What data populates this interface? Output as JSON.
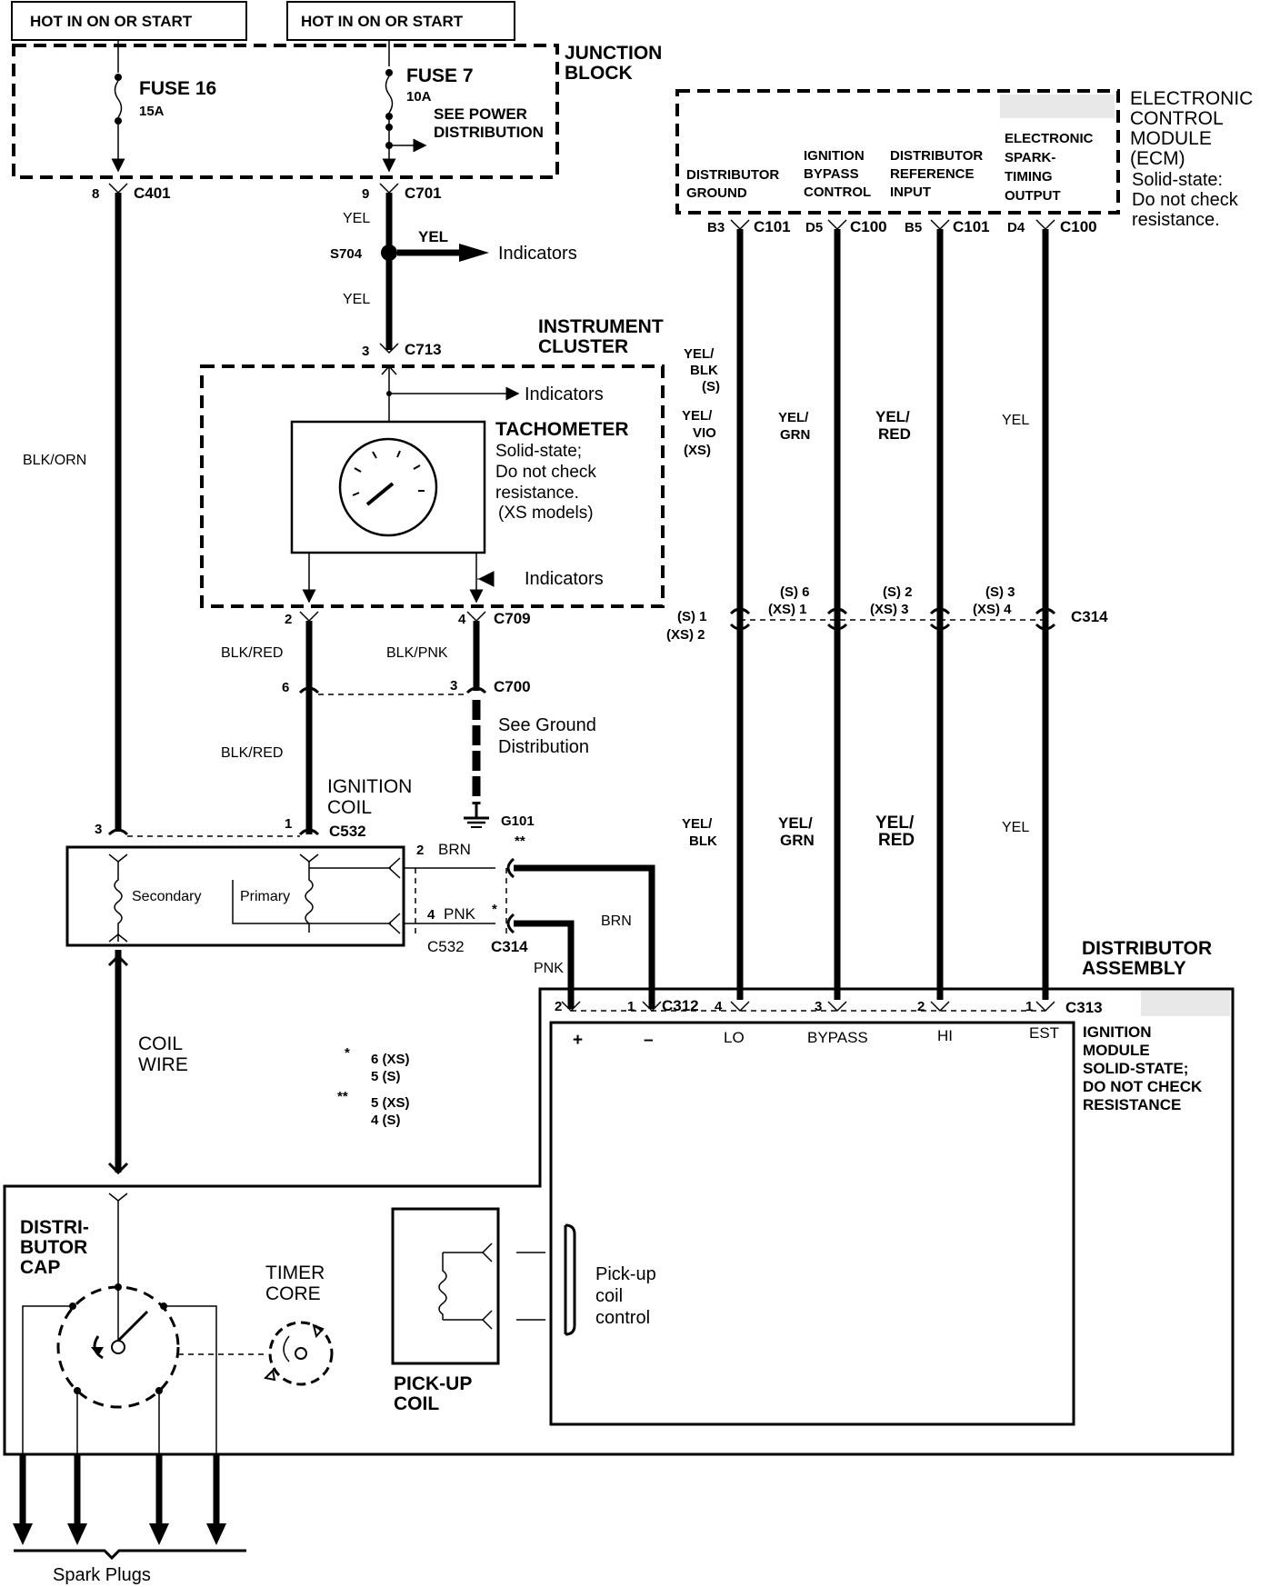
{
  "power": {
    "left_box": "HOT IN ON OR START",
    "right_box": "HOT IN ON OR START"
  },
  "junction_block": {
    "title_1": "JUNCTION",
    "title_2": "BLOCK",
    "fuse16_name": "FUSE 16",
    "fuse16_rating": "15A",
    "fuse7_name": "FUSE 7",
    "fuse7_rating": "10A",
    "see_power_1": "SEE POWER",
    "see_power_2": "DISTRIBUTION"
  },
  "connectors": {
    "c401_pin": "8",
    "c401": "C401",
    "c701_pin": "9",
    "c701": "C701",
    "s704": "S704",
    "c713_pin": "3",
    "c713": "C713",
    "c709_pin_a": "2",
    "c709_pin_b": "4",
    "c709": "C709",
    "c700_pin_a": "6",
    "c700_pin_b": "3",
    "c700": "C700",
    "g101": "G101",
    "g101_mark": "**",
    "c532_pin_a": "3",
    "c532_pin_b": "1",
    "c532": "C532",
    "c532_lower": "C532",
    "c314_lower": "C314",
    "c314": "C314",
    "c312_pin_a": "2",
    "c312_pin_b": "1",
    "c312": "C312",
    "c313": "C313",
    "c313_pin_lo": "4",
    "c313_pin_bypass": "3",
    "c313_pin_hi": "2",
    "c313_pin_est": "1",
    "brn_pin": "2",
    "pnk_pin": "4",
    "star1": "*"
  },
  "wires": {
    "yel1": "YEL",
    "yel2": "YEL",
    "yel_arrow": "YEL",
    "indicators_s704": "Indicators",
    "blk_orn": "BLK/ORN",
    "blk_red_1": "BLK/RED",
    "blk_red_2": "BLK/RED",
    "blk_pnk": "BLK/PNK",
    "brn_top": "BRN",
    "pnk_top": "PNK",
    "brn_side": "BRN",
    "pnk_side": "PNK",
    "ecm_wire1_a": [
      "YEL/",
      "BLK",
      "(S)"
    ],
    "ecm_wire1_b": [
      "YEL/",
      "VIO",
      "(XS)"
    ],
    "ecm_wire2": [
      "YEL/",
      "GRN"
    ],
    "ecm_wire3": [
      "YEL/",
      "RED"
    ],
    "ecm_wire4": "YEL",
    "low_wire1": [
      "YEL/",
      "BLK"
    ],
    "low_wire2": [
      "YEL/",
      "GRN"
    ],
    "low_wire3": [
      "YEL/",
      "RED"
    ],
    "low_wire4": "YEL"
  },
  "c314_pins": {
    "w1": [
      "(S) 1",
      "(XS) 2"
    ],
    "w2": [
      "(S) 6",
      "(XS) 1"
    ],
    "w3": [
      "(S) 2",
      "(XS) 3"
    ],
    "w4": [
      "(S) 3",
      "(XS) 4"
    ]
  },
  "cluster": {
    "title_1": "INSTRUMENT",
    "title_2": "CLUSTER",
    "indicators_top": "Indicators",
    "indicators_bottom": "Indicators",
    "tach": "TACHOMETER",
    "tach_note": [
      "Solid-state;",
      "Do not check",
      "resistance.",
      "(XS models)"
    ]
  },
  "ground": {
    "see_1": "See Ground",
    "see_2": "Distribution"
  },
  "ignition_coil": {
    "title_1": "IGNITION",
    "title_2": "COIL",
    "secondary": "Secondary",
    "primary": "Primary"
  },
  "ecm": {
    "title": [
      "ELECTRONIC",
      "CONTROL",
      "MODULE",
      "(ECM)"
    ],
    "note": [
      "Solid-state:",
      "Do not check",
      "resistance."
    ],
    "col1": [
      "DISTRIBUTOR",
      "GROUND"
    ],
    "col2": [
      "IGNITION",
      "BYPASS",
      "CONTROL"
    ],
    "col3": [
      "DISTRIBUTOR",
      "REFERENCE",
      "INPUT"
    ],
    "col4": [
      "ELECTRONIC",
      "SPARK-",
      "TIMING",
      "OUTPUT"
    ],
    "pin1": "B3",
    "conn1": "C101",
    "pin2": "D5",
    "conn2": "C100",
    "pin3": "B5",
    "conn3": "C101",
    "pin4": "D4",
    "conn4": "C100"
  },
  "distributor": {
    "title_1": "DISTRIBUTOR",
    "title_2": "ASSEMBLY",
    "module_note": [
      "IGNITION",
      "MODULE",
      "SOLID-STATE;",
      "DO NOT CHECK",
      "RESISTANCE"
    ],
    "plus": "+",
    "minus": "–",
    "lo": "LO",
    "bypass": "BYPASS",
    "hi": "HI",
    "est": "EST",
    "coil_wire_1": "COIL",
    "coil_wire_2": "WIRE",
    "cap_1": "DISTRI-",
    "cap_2": "BUTOR",
    "cap_3": "CAP",
    "timer_1": "TIMER",
    "timer_2": "CORE",
    "pickup_1": "PICK-UP",
    "pickup_2": "COIL",
    "pickup_ctrl": [
      "Pick-up",
      "coil",
      "control"
    ],
    "spark_plugs": "Spark Plugs"
  },
  "footnotes": {
    "star1_mark": "*",
    "star1_lines": [
      "6 (XS)",
      "5 (S)"
    ],
    "star2_mark": "**",
    "star2_lines": [
      "5 (XS)",
      "4 (S)"
    ]
  }
}
